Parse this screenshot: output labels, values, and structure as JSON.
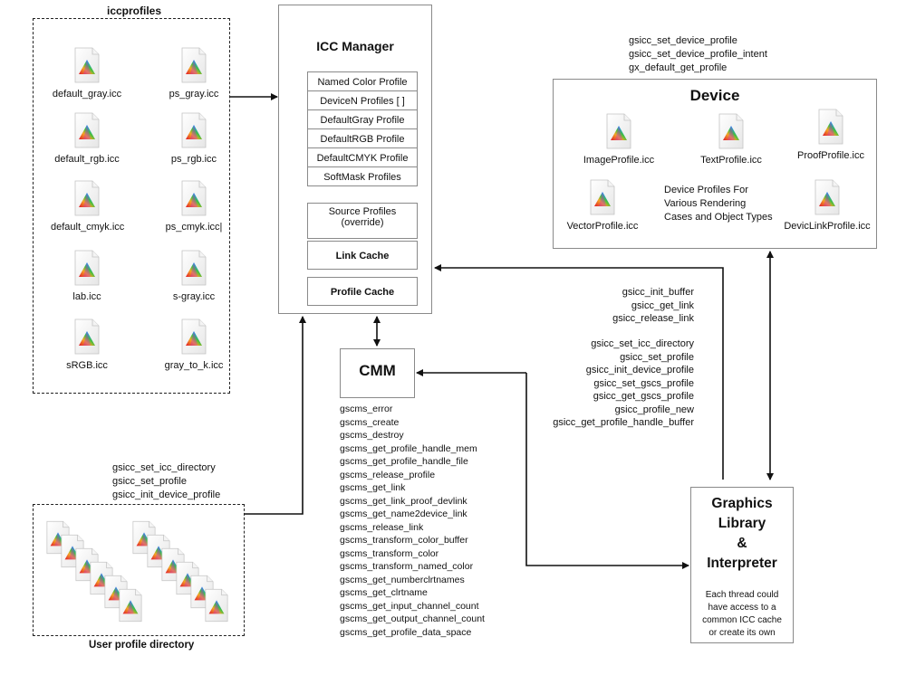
{
  "iccprofiles": {
    "title": "iccprofiles",
    "files": [
      {
        "name": "default_gray.icc",
        "icon": "icc-profile-file-icon"
      },
      {
        "name": "ps_gray.icc",
        "icon": "icc-profile-file-icon"
      },
      {
        "name": "default_rgb.icc",
        "icon": "icc-profile-file-icon"
      },
      {
        "name": "ps_rgb.icc",
        "icon": "icc-profile-file-icon"
      },
      {
        "name": "default_cmyk.icc",
        "icon": "icc-profile-file-icon"
      },
      {
        "name": "ps_cmyk.icc|",
        "icon": "icc-profile-file-icon"
      },
      {
        "name": "lab.icc",
        "icon": "icc-profile-file-icon"
      },
      {
        "name": "s-gray.icc",
        "icon": "icc-profile-file-icon"
      },
      {
        "name": "sRGB.icc",
        "icon": "icc-profile-file-icon"
      },
      {
        "name": "gray_to_k.icc",
        "icon": "icc-profile-file-icon"
      }
    ]
  },
  "icc_manager": {
    "title": "ICC Manager",
    "profile_rows": [
      "Named Color Profile",
      "DeviceN Profiles [ ]",
      "DefaultGray Profile",
      "DefaultRGB Profile",
      "DefaultCMYK Profile",
      "SoftMask Profiles"
    ],
    "source_profiles": [
      "Source Profiles",
      "(override)"
    ],
    "link_cache": "Link Cache",
    "profile_cache": "Profile Cache"
  },
  "device": {
    "functions": [
      "gsicc_set_device_profile",
      "gsicc_set_device_profile_intent",
      "gx_default_get_profile"
    ],
    "title": "Device",
    "files": [
      {
        "name": "ImageProfile.icc",
        "icon": "icc-profile-file-icon"
      },
      {
        "name": "TextProfile.icc",
        "icon": "icc-profile-file-icon"
      },
      {
        "name": "ProofProfile.icc",
        "icon": "icc-profile-file-icon"
      },
      {
        "name": "VectorProfile.icc",
        "icon": "icc-profile-file-icon"
      },
      {
        "name": "DevicLinkProfile.icc",
        "icon": "icc-profile-file-icon"
      }
    ],
    "description": [
      "Device Profiles For",
      "Various Rendering",
      "Cases and Object Types"
    ]
  },
  "gsicc_functions": {
    "group1": [
      "gsicc_init_buffer",
      "gsicc_get_link",
      "gsicc_release_link"
    ],
    "group2": [
      "gsicc_set_icc_directory",
      "gsicc_set_profile",
      "gsicc_init_device_profile",
      "gsicc_set_gscs_profile",
      "gsicc_get_gscs_profile",
      "gsicc_profile_new",
      "gsicc_get_profile_handle_buffer"
    ]
  },
  "cmm": {
    "title": "CMM",
    "functions": [
      "gscms_error",
      "gscms_create",
      "gscms_destroy",
      "gscms_get_profile_handle_mem",
      "gscms_get_profile_handle_file",
      "gscms_release_profile",
      "gscms_get_link",
      "gscms_get_link_proof_devlink",
      "gscms_get_name2device_link",
      "gscms_release_link",
      "gscms_transform_color_buffer",
      "gscms_transform_color",
      "gscms_transform_named_color",
      "gscms_get_numberclrtnames",
      "gscms_get_clrtname",
      "gscms_get_input_channel_count",
      "gscms_get_output_channel_count",
      "gscms_get_profile_data_space"
    ]
  },
  "user_profiles": {
    "functions": [
      "gsicc_set_icc_directory",
      "gsicc_set_profile",
      "gsicc_init_device_profile"
    ],
    "title": "User profile directory",
    "icon": "stacked-icc-files-icon"
  },
  "graphics_library": {
    "title": [
      "Graphics",
      "Library",
      "&",
      "Interpreter"
    ],
    "description": [
      "Each thread could",
      "have access to a",
      "common ICC cache",
      "or create its own"
    ]
  }
}
